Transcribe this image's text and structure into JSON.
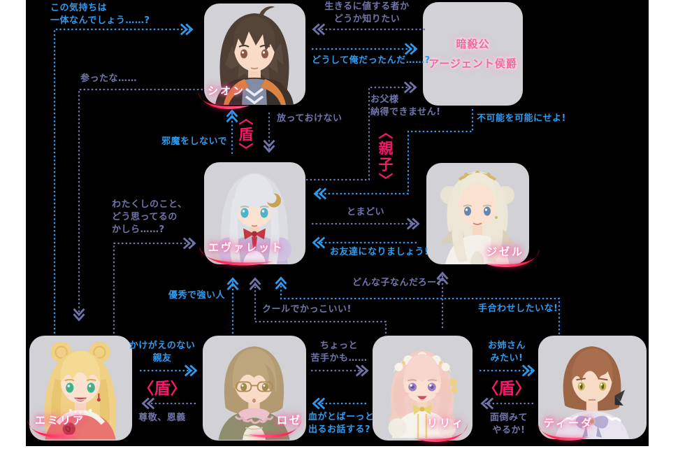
{
  "colors": {
    "background": "#000000",
    "page": "#ffffff",
    "card_bg": "#d2d2d6",
    "arrow_blue": "#2f9bef",
    "arrow_purple": "#7175ab",
    "badge_pink": "#f41a6a",
    "name_text": "#ffffff",
    "name_glow": "#ff2d7b",
    "argent_text": "#f2679b",
    "swoosh_red": "#ff0f3c"
  },
  "characters": {
    "sion": {
      "name": "シオン"
    },
    "argent": {
      "line1": "暗殺公",
      "line2": "アージェント侯爵"
    },
    "everett": {
      "name": "エヴァレット"
    },
    "giselle": {
      "name": "ジゼル"
    },
    "emilia": {
      "name": "エミリア"
    },
    "rose": {
      "name": "ロゼ"
    },
    "lily": {
      "name": "リリィ"
    },
    "tida": {
      "name": "ティーダ"
    }
  },
  "badges": {
    "shield_sion_everett": "〈盾〉",
    "oyako": "〈親子〉",
    "shield_emilia_rose": "〈盾〉",
    "shield_lily_tida": "〈盾〉"
  },
  "connections": [
    {
      "from": "emilia",
      "to": "sion",
      "color": "blue",
      "label": "この気持ちは\n一体なんでしょう……?"
    },
    {
      "from": "sion",
      "to": "emilia",
      "color": "purple",
      "label": "参ったな……"
    },
    {
      "from": "argent",
      "to": "sion",
      "color": "purple",
      "label": "生きるに値する者か\nどうか知りたい"
    },
    {
      "from": "sion",
      "to": "argent",
      "color": "blue",
      "label": "どうして俺だったんだ……?"
    },
    {
      "from": "everett",
      "to": "argent",
      "color": "purple",
      "label": "お父様\n納得できません!"
    },
    {
      "from": "argent",
      "to": "everett",
      "color": "blue",
      "label": "不可能を可能にせよ!"
    },
    {
      "from": "everett",
      "to": "sion",
      "color": "blue",
      "label": "邪魔をしないで"
    },
    {
      "from": "sion",
      "to": "everett",
      "color": "purple",
      "label": "放っておけない"
    },
    {
      "from": "emilia",
      "to": "everett",
      "color": "purple",
      "label": "わたくしのこと、\nどう思ってるの\nかしら……?"
    },
    {
      "from": "everett",
      "to": "giselle",
      "color": "purple",
      "label": "とまどい"
    },
    {
      "from": "giselle",
      "to": "everett",
      "color": "blue",
      "label": "お友達になりましょう!"
    },
    {
      "from": "rose",
      "to": "everett",
      "color": "blue",
      "label": "優秀で強い人"
    },
    {
      "from": "lily",
      "to": "everett",
      "color": "purple",
      "label": "クールでかっこいい!"
    },
    {
      "from": "tida",
      "to": "everett",
      "color": "blue",
      "label": "手合わせしたいな!"
    },
    {
      "from": "lily",
      "to": "giselle",
      "color": "purple",
      "label": "どんな子なんだろー?"
    },
    {
      "from": "emilia",
      "to": "rose",
      "color": "blue",
      "label": "かけがえのない\n親友"
    },
    {
      "from": "rose",
      "to": "emilia",
      "color": "purple",
      "label": "尊敬、恩義"
    },
    {
      "from": "rose",
      "to": "lily",
      "color": "purple",
      "label": "ちょっと\n苦手かも……"
    },
    {
      "from": "lily",
      "to": "rose",
      "color": "blue",
      "label": "血がとばーっと\n出るお話する?"
    },
    {
      "from": "lily",
      "to": "tida",
      "color": "blue",
      "label": "お姉さん\nみたい!"
    },
    {
      "from": "tida",
      "to": "lily",
      "color": "purple",
      "label": "面倒みて\nやるか!"
    }
  ]
}
